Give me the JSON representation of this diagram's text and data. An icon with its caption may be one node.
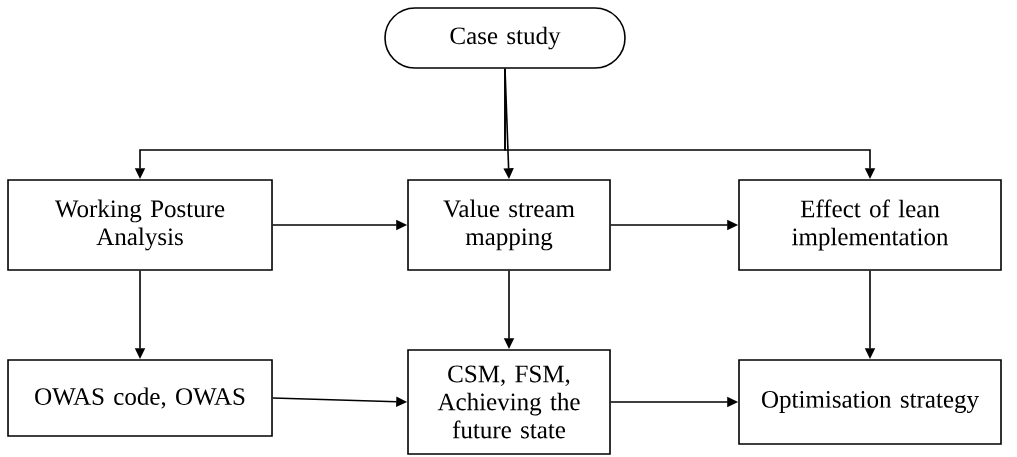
{
  "diagram": {
    "nodes": [
      {
        "text": [
          "Case study"
        ]
      },
      {
        "text": [
          "Working Posture Analysis"
        ]
      },
      {
        "text": [
          "Value stream mapping"
        ]
      },
      {
        "text": [
          "Effect of lean implementation"
        ]
      },
      {
        "text": [
          "OWAS code, OWAS"
        ]
      },
      {
        "text": [
          "CSM, FSM, Achieving the future state"
        ]
      },
      {
        "text": [
          "Optimisation strategy"
        ]
      }
    ],
    "edges": [
      {
        "from": 0,
        "to": 1,
        "arrow": "to"
      },
      {
        "from": 0,
        "to": 2,
        "arrow": "to"
      },
      {
        "from": 0,
        "to": 3,
        "arrow": "to"
      },
      {
        "from": 1,
        "to": 2,
        "arrow": "to"
      },
      {
        "from": 2,
        "to": 3,
        "arrow": "to"
      },
      {
        "from": 1,
        "to": 4,
        "arrow": "to"
      },
      {
        "from": 2,
        "to": 5,
        "arrow": "to"
      },
      {
        "from": 3,
        "to": 6,
        "arrow": "to"
      },
      {
        "from": 4,
        "to": 5,
        "arrow": "to"
      },
      {
        "from": 5,
        "to": 6,
        "arrow": "to"
      }
    ]
  }
}
